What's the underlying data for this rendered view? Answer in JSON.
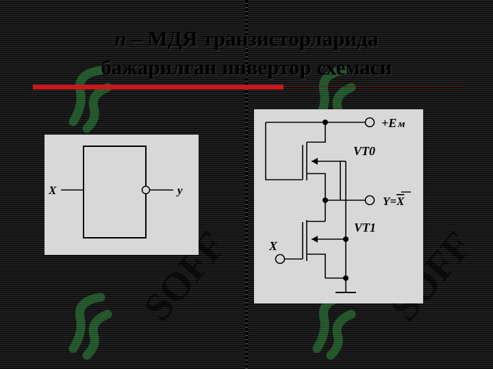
{
  "slide": {
    "title_line1_italic": "n",
    "title_line1_rest": " – МДЯ транзисторларида",
    "title_line2": "бажарилган инвертор схемаси",
    "accent_color": "#c8181c",
    "watermark_text": "SOFF",
    "watermark_color": "#2e8b3e"
  },
  "logic_symbol": {
    "input_label": "X",
    "output_label": "y"
  },
  "schematic": {
    "supply_label": "+E",
    "supply_subscript": "м",
    "output_label": "Y=",
    "output_negated_var": "X",
    "input_label": "X",
    "transistor_top": "VT0",
    "transistor_bottom": "VT1"
  }
}
